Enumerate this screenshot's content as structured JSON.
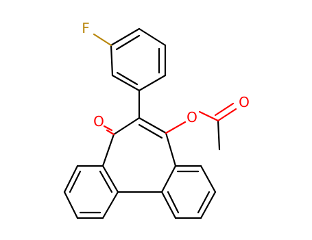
{
  "molecule": {
    "atoms": {
      "fluorine": {
        "symbol": "F",
        "color": "#b8860b"
      },
      "ketone_oxygen": {
        "symbol": "O",
        "color": "#ff0000"
      },
      "ester_oxygen": {
        "symbol": "O",
        "color": "#ff0000"
      },
      "carbonyl_oxygen": {
        "symbol": "O",
        "color": "#ff0000"
      }
    }
  }
}
